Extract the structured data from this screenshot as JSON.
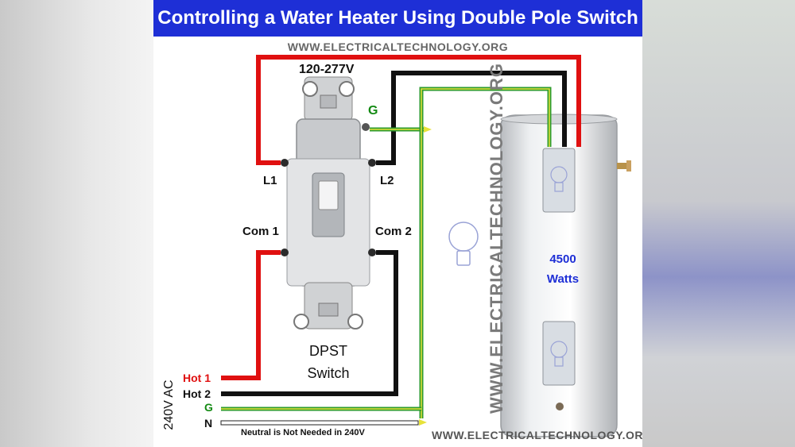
{
  "title": "Controlling a Water Heater Using Double Pole Switch",
  "watermark": "WWW.ELECTRICALTECHNOLOGY.ORG",
  "watermark_vertical": "WWW.ELECTRICALTECHNOLOGY.ORG",
  "switch": {
    "voltage": "120-277V",
    "ground_label": "G",
    "l1": "L1",
    "l2": "L2",
    "com1": "Com 1",
    "com2": "Com 2",
    "name_line1": "DPST",
    "name_line2": "Switch"
  },
  "supply": {
    "hot1": "Hot 1",
    "hot2": "Hot 2",
    "ground": "G",
    "neutral": "N",
    "voltage": "240V AC",
    "neutral_note": "Neutral is Not Needed in 240V"
  },
  "heater": {
    "power_value": "4500",
    "power_unit": "Watts"
  },
  "colors": {
    "title_bg": "#1e2fd6",
    "hot_red": "#e01010",
    "hot_black": "#111111",
    "ground_green": "#2e9b2e",
    "ground_yellow": "#e7e23a"
  },
  "icons": [
    "bulb-icon"
  ]
}
